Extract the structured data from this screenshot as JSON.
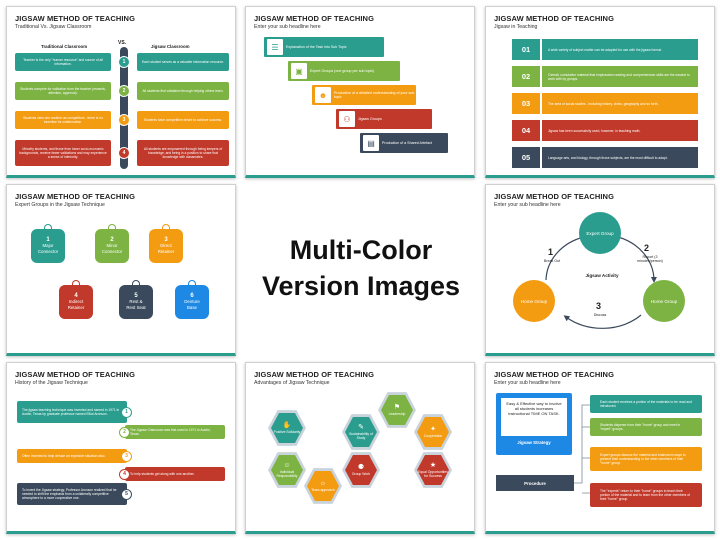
{
  "center_title": [
    "Multi-Color",
    "Version Images"
  ],
  "slide1": {
    "title": "JIGSAW METHOD OF TEACHING",
    "subtitle": "Traditional Vs. Jigsaw Classroom",
    "vs": "VS.",
    "left_header": "Traditional Classroom",
    "right_header": "Jigsaw Classroom",
    "rows": [
      {
        "num": "1",
        "left": "Teacher is the only \"human resource\" and source of all information.",
        "right": "Each student serves as a valuable information resource.",
        "color": "#2a9d8f"
      },
      {
        "num": "2",
        "left": "Students compete for validation from the teacher (rewards, attention, approval).",
        "right": "All students find validation through helping others learn.",
        "color": "#7cb342"
      },
      {
        "num": "3",
        "left": "Students view one another as competitors - there is no incentive for collaboration.",
        "right": "Students have competitive desire to achieve success.",
        "color": "#f39c12"
      },
      {
        "num": "4",
        "left": "Minority students, and those from lower socio-economic backgrounds, receive fewer validations and may experience a sense of inferiority.",
        "right": "All students are empowered through being keepers of knowledge, and being in a position to share that knowledge with classmates.",
        "color": "#c0392b"
      }
    ]
  },
  "slide2": {
    "title": "JIGSAW METHOD OF TEACHING",
    "subtitle": "Enter your sub headline here",
    "steps": [
      {
        "text": "Explanation of the Task into Sub Topic",
        "color": "#2a9d8f",
        "icon": "clipboard-icon",
        "glyph": "☰"
      },
      {
        "text": "Expert Groups (one group per sub topic)",
        "color": "#7cb342",
        "icon": "presentation-icon",
        "glyph": "▣"
      },
      {
        "text": "Production of a detailed understanding of your sub topic",
        "color": "#f39c12",
        "icon": "people-icon",
        "glyph": "☻"
      },
      {
        "text": "Jigsaw Groups",
        "color": "#c0392b",
        "icon": "group-icon",
        "glyph": "⚇"
      },
      {
        "text": "Production of a Shared Artefact",
        "color": "#3a4a5c",
        "icon": "board-icon",
        "glyph": "▤"
      }
    ]
  },
  "slide3": {
    "title": "JIGSAW METHOD OF TEACHING",
    "subtitle": "Jigsaw in Teaching",
    "rows": [
      {
        "num": "01",
        "text": "A wide variety of subject matter can be adapted for use with the jigsaw format.",
        "color": "#2a9d8f",
        "light": "#2a9d8f"
      },
      {
        "num": "02",
        "text": "Overall, cumulative material that emphasizes reading and comprehension skills are the easiest to work with by groups.",
        "color": "#7cb342",
        "light": "#7cb342"
      },
      {
        "num": "03",
        "text": "The area of social studies - including history, civics, geography and so forth.",
        "color": "#f39c12",
        "light": "#f39c12"
      },
      {
        "num": "04",
        "text": "Jigsaw has been successfully used, however, in teaching math.",
        "color": "#c0392b",
        "light": "#c0392b"
      },
      {
        "num": "05",
        "text": "Language arts, and biology, through those subjects, are the most difficult to adapt.",
        "color": "#3a4a5c",
        "light": "#3a4a5c"
      }
    ]
  },
  "slide4": {
    "title": "JIGSAW METHOD OF TEACHING",
    "subtitle": "Expert Groups in the Jigsaw Technique",
    "tags": [
      {
        "num": "1",
        "line1": "Major",
        "line2": "Connector",
        "color": "#2a9d8f"
      },
      {
        "num": "2",
        "line1": "Minor",
        "line2": "Connector",
        "color": "#7cb342"
      },
      {
        "num": "3",
        "line1": "Direct",
        "line2": "Retainer",
        "color": "#f39c12"
      },
      {
        "num": "4",
        "line1": "Indirect",
        "line2": "Retainer",
        "color": "#c0392b"
      },
      {
        "num": "5",
        "line1": "Rest &",
        "line2": "Rest Seat",
        "color": "#3a4a5c"
      },
      {
        "num": "6",
        "line1": "Denture",
        "line2": "Base",
        "color": "#1e88e5"
      }
    ]
  },
  "slide5": {
    "title": "JIGSAW METHOD OF TEACHING",
    "subtitle": "Enter your sub headline here",
    "center": "Jigsaw Activity",
    "expert": "Expert Group",
    "home_left": "Home Group",
    "home_right": "Home Group",
    "steps": [
      {
        "num": "1",
        "label": "Break Out"
      },
      {
        "num": "2",
        "label": "Report (3 minutes/person)"
      },
      {
        "num": "3",
        "label": "Discuss"
      }
    ]
  },
  "slide7": {
    "title": "JIGSAW METHOD OF TEACHING",
    "subtitle": "History of the Jigsaw Technique",
    "items": [
      {
        "num": "1",
        "text": "The jigsaw teaching technique was invented and named in 1971 in Austin, Texas by graduate professor named Elliot Aronson.",
        "color": "#2a9d8f"
      },
      {
        "num": "2",
        "text": "The Jigsaw Classroom was first used in 1971 in Austin, Texas.",
        "color": "#7cb342"
      },
      {
        "num": "3",
        "text": "Often invented to help defuse an explosive situation also.",
        "color": "#f39c12"
      },
      {
        "num": "4",
        "text": "To help students get along with one another.",
        "color": "#c0392b"
      },
      {
        "num": "5",
        "text": "To invent the Jigsaw strategy, Professor Aronson realized that he needed to shift the emphasis from a unilaterally competitive atmosphere to a more cooperative one.",
        "color": "#3a4a5c"
      }
    ]
  },
  "slide8": {
    "title": "JIGSAW METHOD OF TEACHING",
    "subtitle": "Advantages of Jigsaw Technique",
    "hexes": [
      {
        "label": "Positive Solidarity",
        "color": "#2a9d8f",
        "icon": "handshake-icon",
        "glyph": "✋"
      },
      {
        "label": "Sustainability of Study",
        "color": "#2a9d8f",
        "icon": "book-icon",
        "glyph": "✎"
      },
      {
        "label": "Leadership",
        "color": "#7cb342",
        "icon": "leader-icon",
        "glyph": "⚑"
      },
      {
        "label": "Cooperation",
        "color": "#f39c12",
        "icon": "cooperation-icon",
        "glyph": "✦"
      },
      {
        "label": "Individual Responsibility",
        "color": "#7cb342",
        "icon": "person-icon",
        "glyph": "☺"
      },
      {
        "label": "Group Work",
        "color": "#c0392b",
        "icon": "groupwork-icon",
        "glyph": "⚈"
      },
      {
        "label": "Equal Opportunities for Success",
        "color": "#c0392b",
        "icon": "trophy-icon",
        "glyph": "★"
      },
      {
        "label": "Team-approach",
        "color": "#f39c12",
        "icon": "team-icon",
        "glyph": "☼"
      }
    ]
  },
  "slide9": {
    "title": "JIGSAW METHOD OF TEACHING",
    "subtitle": "Enter your sub headline here",
    "box_text": "Easy & Effective way to involve all students increases instructional TIME ON TASK.",
    "box_label": "Jigsaw Strategy",
    "procedure": "Procedure",
    "items": [
      {
        "text": "Each student receives a portion of the materials to be read and introduced.",
        "color": "#2a9d8f"
      },
      {
        "text": "Students disperse from their \"home\" group and meet in \"expert\" groups.",
        "color": "#7cb342"
      },
      {
        "text": "Expert groups discuss the material and brainstorm ways to present their understanding to the other members of their \"home\" group.",
        "color": "#f39c12"
      },
      {
        "text": "The \"experts\" return to their \"home\" groups to teach their portion of the material and to learn from the other members of their \"home\" group.",
        "color": "#c0392b"
      }
    ]
  }
}
